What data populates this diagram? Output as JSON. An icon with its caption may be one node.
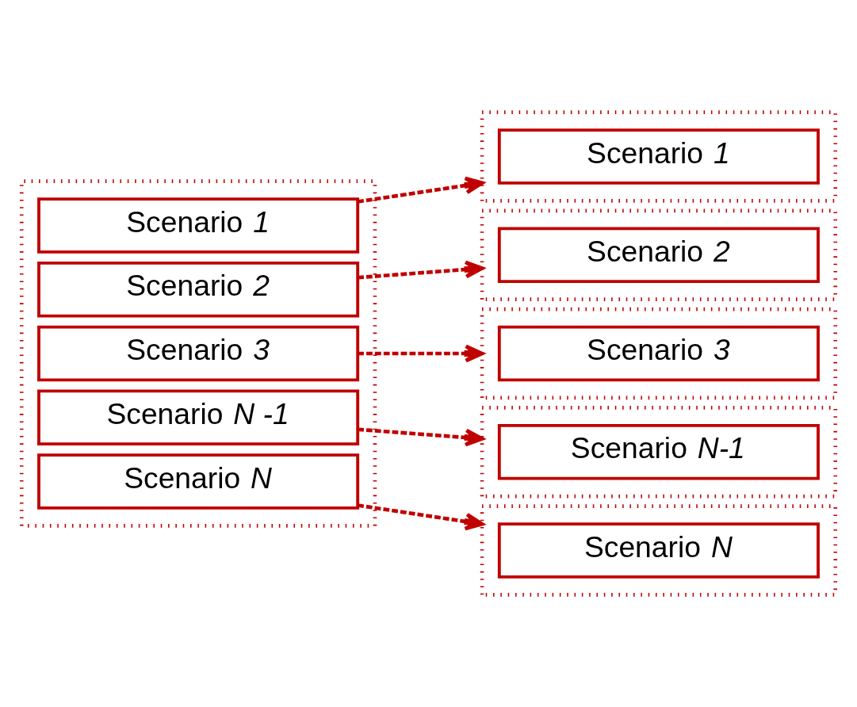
{
  "diagram": {
    "nodes": [
      {
        "text": [],
        "shape": "box"
      },
      {
        "text": [
          "Scenario *1*"
        ],
        "in": 0
      },
      {
        "text": [
          "Scenario *2*"
        ],
        "in": 0
      },
      {
        "text": [
          "Scenario *3*"
        ],
        "in": 0
      },
      {
        "text": [
          "Scenario *N -1*"
        ],
        "in": 0
      },
      {
        "text": [
          "Scenario *N*"
        ],
        "in": 0
      },
      {
        "text": [],
        "shape": "box"
      },
      {
        "text": [
          "Scenario *1*"
        ],
        "in": 6
      },
      {
        "text": [],
        "shape": "box"
      },
      {
        "text": [
          "Scenario *2*"
        ],
        "in": 8
      },
      {
        "text": [],
        "shape": "box"
      },
      {
        "text": [
          "Scenario *3*"
        ],
        "in": 10
      },
      {
        "text": [],
        "shape": "box"
      },
      {
        "text": [
          "Scenario *N-1*"
        ],
        "in": 12
      },
      {
        "text": [],
        "shape": "box"
      },
      {
        "text": [
          "Scenario *N*"
        ],
        "in": 14
      }
    ],
    "edges": [
      {
        "from": 1,
        "to": 6,
        "arrow": "to",
        "style": "dashed"
      },
      {
        "from": 2,
        "to": 8,
        "arrow": "to",
        "style": "dashed"
      },
      {
        "from": 3,
        "to": 10,
        "arrow": "to",
        "style": "dashed"
      },
      {
        "from": 4,
        "to": 12,
        "arrow": "to",
        "style": "dashed"
      },
      {
        "from": 5,
        "to": 14,
        "arrow": "to",
        "style": "dashed"
      }
    ]
  }
}
